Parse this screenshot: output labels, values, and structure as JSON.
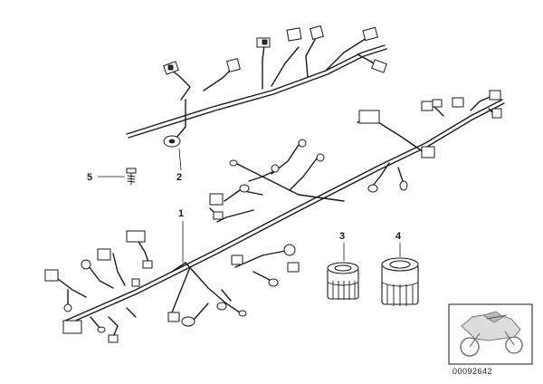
{
  "parts": [
    {
      "label": "1",
      "name": "main-wiring-harness"
    },
    {
      "label": "2",
      "name": "upper-wiring-harness"
    },
    {
      "label": "3",
      "name": "protective-cap"
    },
    {
      "label": "4",
      "name": "protective-cap-large"
    },
    {
      "label": "5",
      "name": "screw"
    }
  ],
  "reference_number": "00092642",
  "thumbnail_icon": "motorcycle-icon"
}
